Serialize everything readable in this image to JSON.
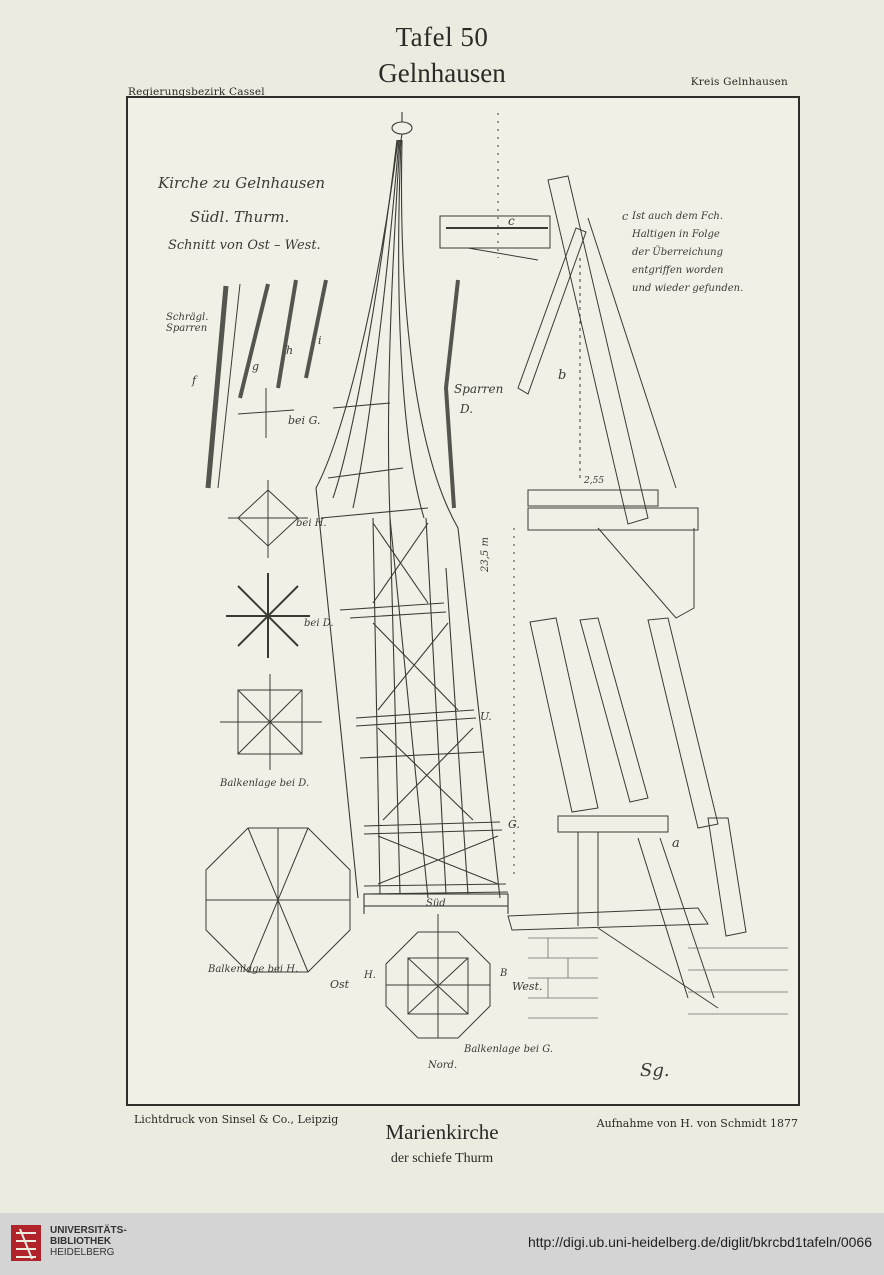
{
  "header": {
    "plate_number": "Tafel 50",
    "place": "Gelnhausen",
    "region_left": "Regierungsbezirk Cassel",
    "region_right": "Kreis Gelnhausen"
  },
  "drawing": {
    "title_lines": [
      "Kirche zu Gelnhausen",
      "Südl. Thurm.",
      "Schnitt von Ost – West."
    ],
    "labels": {
      "sparren_left": "Schrägl. Sparren",
      "sparren_d": "Sparren",
      "f": "f",
      "g": "g",
      "h": "h",
      "i": "i",
      "bei_g": "bei G.",
      "bei_h": "bei H.",
      "bei_d": "bei D.",
      "c": "c",
      "b": "b",
      "a": "a",
      "u": "U.",
      "big_g": "G.",
      "d": "D.",
      "balkenlage_d": "Balkenlage bei D.",
      "balkenlage_h": "Balkenlage bei H.",
      "balkenlage_g": "Balkenlage bei G.",
      "sud": "Süd",
      "nord": "Nord.",
      "ost": "Ost",
      "west": "West.",
      "h_marker": "H.",
      "b_marker": "B",
      "dimension_height": "23,5 m",
      "dimension_small": "2,55",
      "note": [
        "Ist auch dem Fch.",
        "Haltigen in Folge",
        "der Überreichung",
        "entgriffen worden",
        "und wieder gefunden."
      ],
      "signature": "Sg."
    }
  },
  "footer": {
    "printer": "Lichtdruck von Sinsel & Co., Leipzig",
    "survey": "Aufnahme von H. von Schmidt 1877",
    "title": "Marienkirche",
    "subtitle": "der schiefe Thurm"
  },
  "library_bar": {
    "name_lines": [
      "UNIVERSITÄTS-",
      "BIBLIOTHEK",
      "HEIDELBERG"
    ],
    "url": "http://digi.ub.uni-heidelberg.de/diglit/bkrcbd1tafeln/0066",
    "brand_color": "#b0232a"
  }
}
